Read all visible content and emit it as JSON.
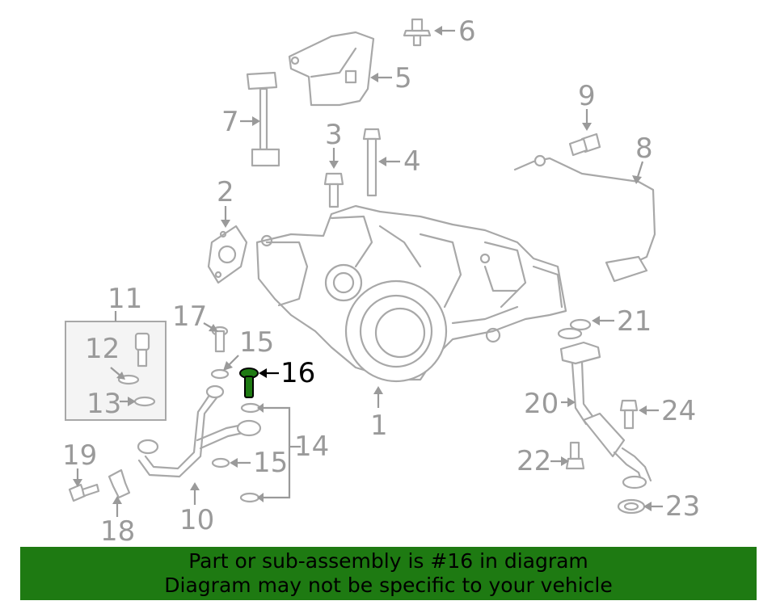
{
  "diagram": {
    "callouts": [
      "1",
      "2",
      "3",
      "4",
      "5",
      "6",
      "7",
      "8",
      "9",
      "10",
      "11",
      "12",
      "13",
      "14",
      "15",
      "15",
      "16",
      "17",
      "18",
      "19",
      "20",
      "21",
      "22",
      "23",
      "24"
    ],
    "highlighted_part": "16",
    "colors": {
      "line_art": "#a8a8a8",
      "callout_text": "#9a9a9a",
      "highlight_part": "#1e7a12",
      "highlight_text": "#000000"
    }
  },
  "banner": {
    "line1": "Part or sub-assembly is #16 in diagram",
    "line2": "Diagram may not be specific to your vehicle",
    "background": "#1e7a12"
  }
}
